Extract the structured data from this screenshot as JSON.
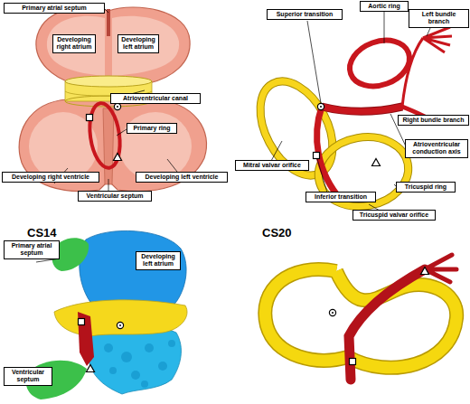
{
  "diagram": {
    "nodes": [
      {
        "text": [
          "Primary atrial septum"
        ]
      },
      {
        "text": [
          "Developing right atrium"
        ]
      },
      {
        "text": [
          "Developing left atrium"
        ]
      },
      {
        "text": [
          "Atrioventricular canal"
        ]
      },
      {
        "text": [
          "Primary ring"
        ]
      },
      {
        "text": [
          "Developing right ventricle"
        ]
      },
      {
        "text": [
          "Ventricular septum"
        ]
      },
      {
        "text": [
          "Developing left ventricle"
        ]
      },
      {
        "text": [
          "Aortic ring"
        ]
      },
      {
        "text": [
          "Superior transition"
        ]
      },
      {
        "text": [
          "Left bundle branch"
        ]
      },
      {
        "text": [
          "Right bundle branch"
        ]
      },
      {
        "text": [
          "Atrioventricular conduction axis"
        ]
      },
      {
        "text": [
          "Mitral valvar orifice"
        ]
      },
      {
        "text": [
          "Tricuspid ring"
        ]
      },
      {
        "text": [
          "Inferior transition"
        ]
      },
      {
        "text": [
          "Tricuspid valvar orifice"
        ]
      },
      {
        "text": [
          "Primary atrial septum"
        ]
      },
      {
        "text": [
          "Developing left atrium"
        ]
      },
      {
        "text": [
          "Ventricular septum"
        ]
      }
    ],
    "labels": [
      "CS14",
      "CS20"
    ]
  }
}
